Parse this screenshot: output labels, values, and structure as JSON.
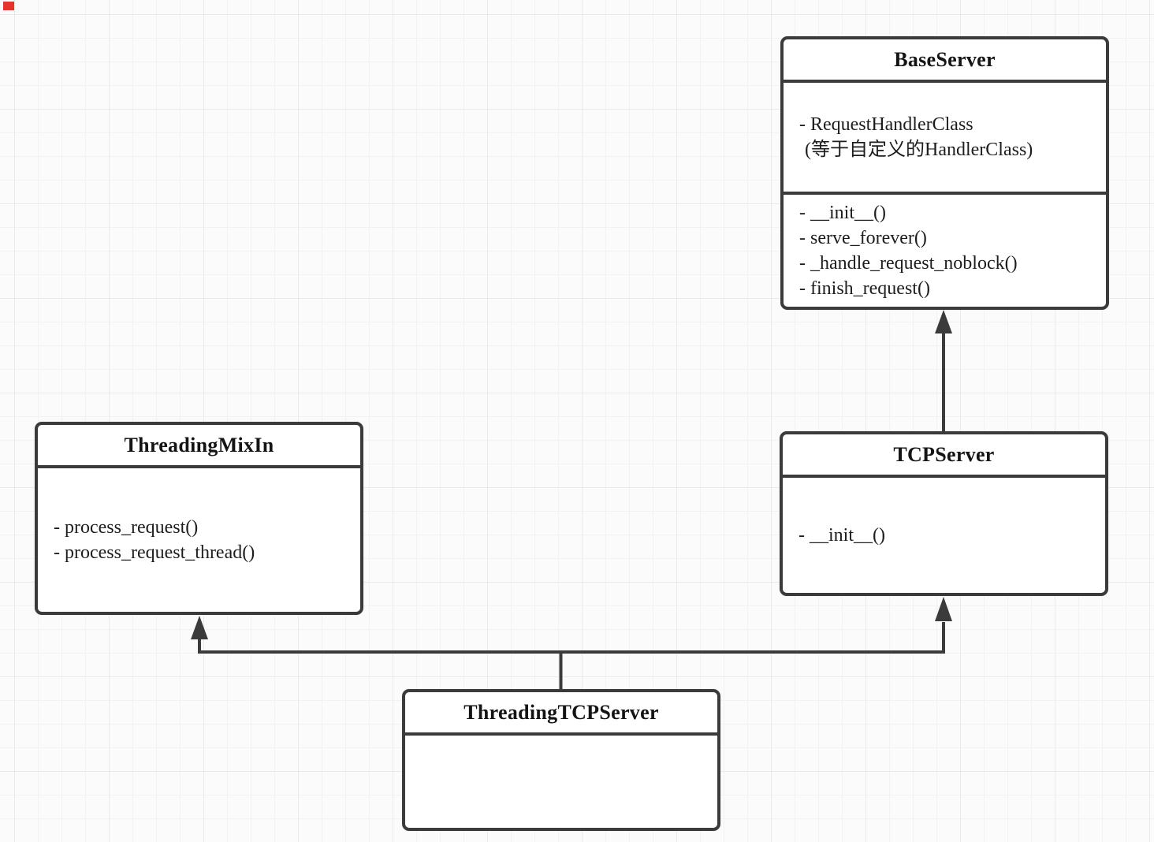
{
  "diagram": {
    "kind": "uml-class-diagram",
    "classes": [
      {
        "name": "BaseServer",
        "attributes": [
          "- RequestHandlerClass",
          "(等于自定义的HandlerClass)"
        ],
        "methods": [
          "- __init__()",
          "- serve_forever()",
          "- _handle_request_noblock()",
          "- finish_request()"
        ]
      },
      {
        "name": "ThreadingMixIn",
        "attributes": [],
        "methods": [
          "- process_request()",
          "- process_request_thread()"
        ]
      },
      {
        "name": "TCPServer",
        "attributes": [],
        "methods": [
          "- __init__()"
        ]
      },
      {
        "name": "ThreadingTCPServer",
        "attributes": [],
        "methods": []
      }
    ],
    "relations": [
      {
        "from": "TCPServer",
        "to": "BaseServer",
        "type": "inheritance"
      },
      {
        "from": "ThreadingTCPServer",
        "to": "ThreadingMixIn",
        "type": "inheritance"
      },
      {
        "from": "ThreadingTCPServer",
        "to": "TCPServer",
        "type": "inheritance"
      }
    ],
    "colors": {
      "line": "#3b3b3b",
      "text": "#1d1d1d",
      "box_fill": "#ffffff",
      "background": "#fbfbfc",
      "grid": "#e9e9ee",
      "corner_marker": "#e5342a"
    }
  }
}
